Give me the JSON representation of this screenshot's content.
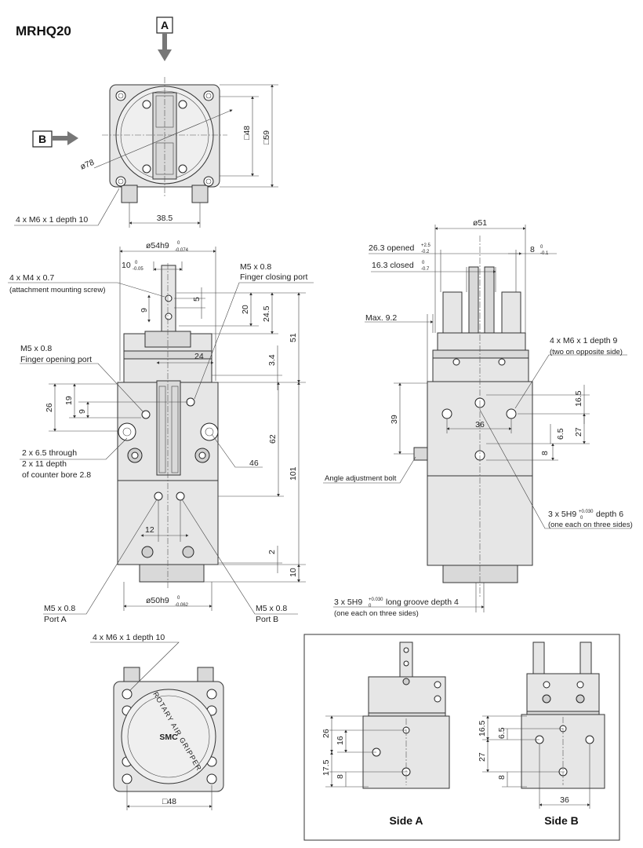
{
  "title": "MRHQ20",
  "view_markers": {
    "a": "A",
    "b": "B"
  },
  "top_view": {
    "dia_78": "ø78",
    "sq_48": "□48",
    "sq_59": "□59",
    "mount_holes": "4 x M6 x 1 depth 10",
    "pitch_385": "38.5"
  },
  "front_view": {
    "dia_54": "ø54h9",
    "dia_54_tol_upper": "0",
    "dia_54_tol_lower": "-0.074",
    "dim_10": "10",
    "dim_10_tol_upper": "0",
    "dim_10_tol_lower": "-0.05",
    "m4_label": "4 x M4 x 0.7",
    "m4_note": "(attachment mounting screw)",
    "m5_closing_1": "M5 x 0.8",
    "m5_closing_2": "Finger closing port",
    "m5_opening_1": "M5 x 0.8",
    "m5_opening_2": "Finger opening port",
    "dim_5": "5",
    "dim_9a": "9",
    "dim_20": "20",
    "dim_245": "24.5",
    "dim_51": "51",
    "dim_24": "24",
    "dim_34": "3.4",
    "dim_26": "26",
    "dim_19": "19",
    "dim_9b": "9",
    "dim_62": "62",
    "dim_101": "101",
    "dim_46": "46",
    "through_1": "2 x 6.5 through",
    "through_2": "2 x 11 depth",
    "through_3": "of counter bore 2.8",
    "dim_12": "12",
    "dim_2": "2",
    "dim_10b": "10",
    "dia_50": "ø50h9",
    "dia_50_tol_upper": "0",
    "dia_50_tol_lower": "-0.062",
    "port_a_1": "M5 x 0.8",
    "port_a_2": "Port A",
    "port_b_1": "M5 x 0.8",
    "port_b_2": "Port B"
  },
  "side_view": {
    "dia_51": "ø51",
    "opened": "26.3 opened",
    "opened_tol_upper": "+2.5",
    "opened_tol_lower": "-0.2",
    "closed": "16.3 closed",
    "closed_tol_upper": "0",
    "closed_tol_lower": "-0.7",
    "dim_8": "8",
    "dim_8_tol_upper": "0",
    "dim_8_tol_lower": "-0.1",
    "max_92": "Max. 9.2",
    "m6_label": "4 x M6 x 1 depth 9",
    "m6_note": "(two on opposite side)",
    "dim_39": "39",
    "dim_36": "36",
    "dim_165": "16.5",
    "dim_65": "6.5",
    "dim_27": "27",
    "dim_8b": "8",
    "angle_bolt": "Angle adjustment bolt",
    "h9_1": "3 x 5H9",
    "h9_1_tol_upper": "+0.030",
    "h9_1_tol_lower": "0",
    "h9_1_rest": "depth 6",
    "h9_1_note": "(one each on three sides)",
    "h9_2": "3 x 5H9",
    "h9_2_tol_upper": "+0.030",
    "h9_2_tol_lower": "0",
    "h9_2_rest": "long groove depth 4",
    "h9_2_note": "(one each on three sides)"
  },
  "bottom_view": {
    "mount_holes": "4 x M6 x 1 depth 10",
    "sq_48": "□48",
    "badge_1": "ROTARY AIR GRIPPER",
    "badge_2": "SMC"
  },
  "side_a": {
    "label": "Side A",
    "dim_26": "26",
    "dim_16": "16",
    "dim_175": "17.5",
    "dim_8": "8"
  },
  "side_b": {
    "label": "Side B",
    "dim_165": "16.5",
    "dim_65": "6.5",
    "dim_27": "27",
    "dim_8": "8",
    "dim_36": "36"
  }
}
